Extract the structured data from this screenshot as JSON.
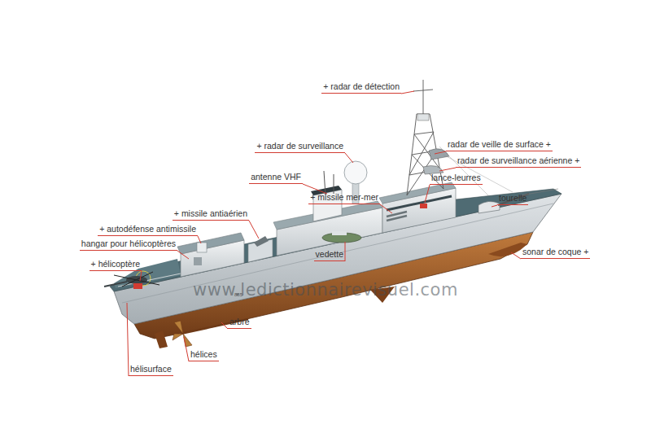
{
  "diagram": {
    "labels": [
      "+ radar de détection",
      "+ radar de surveillance",
      "radar de veille de surface +",
      "radar de surveillance aérienne +",
      "antenne VHF",
      "lance-leurres",
      "+ missile mer-mer",
      "tourelle",
      "+ missile antiaérien",
      "+ autodéfense antimissile",
      "hangar pour hélicoptères",
      "+ hélicoptère",
      "vedette",
      "sonar de coque +",
      "arbre",
      "hélices",
      "hélisurface",
      "www.ledictionnairevisuel.com"
    ]
  }
}
